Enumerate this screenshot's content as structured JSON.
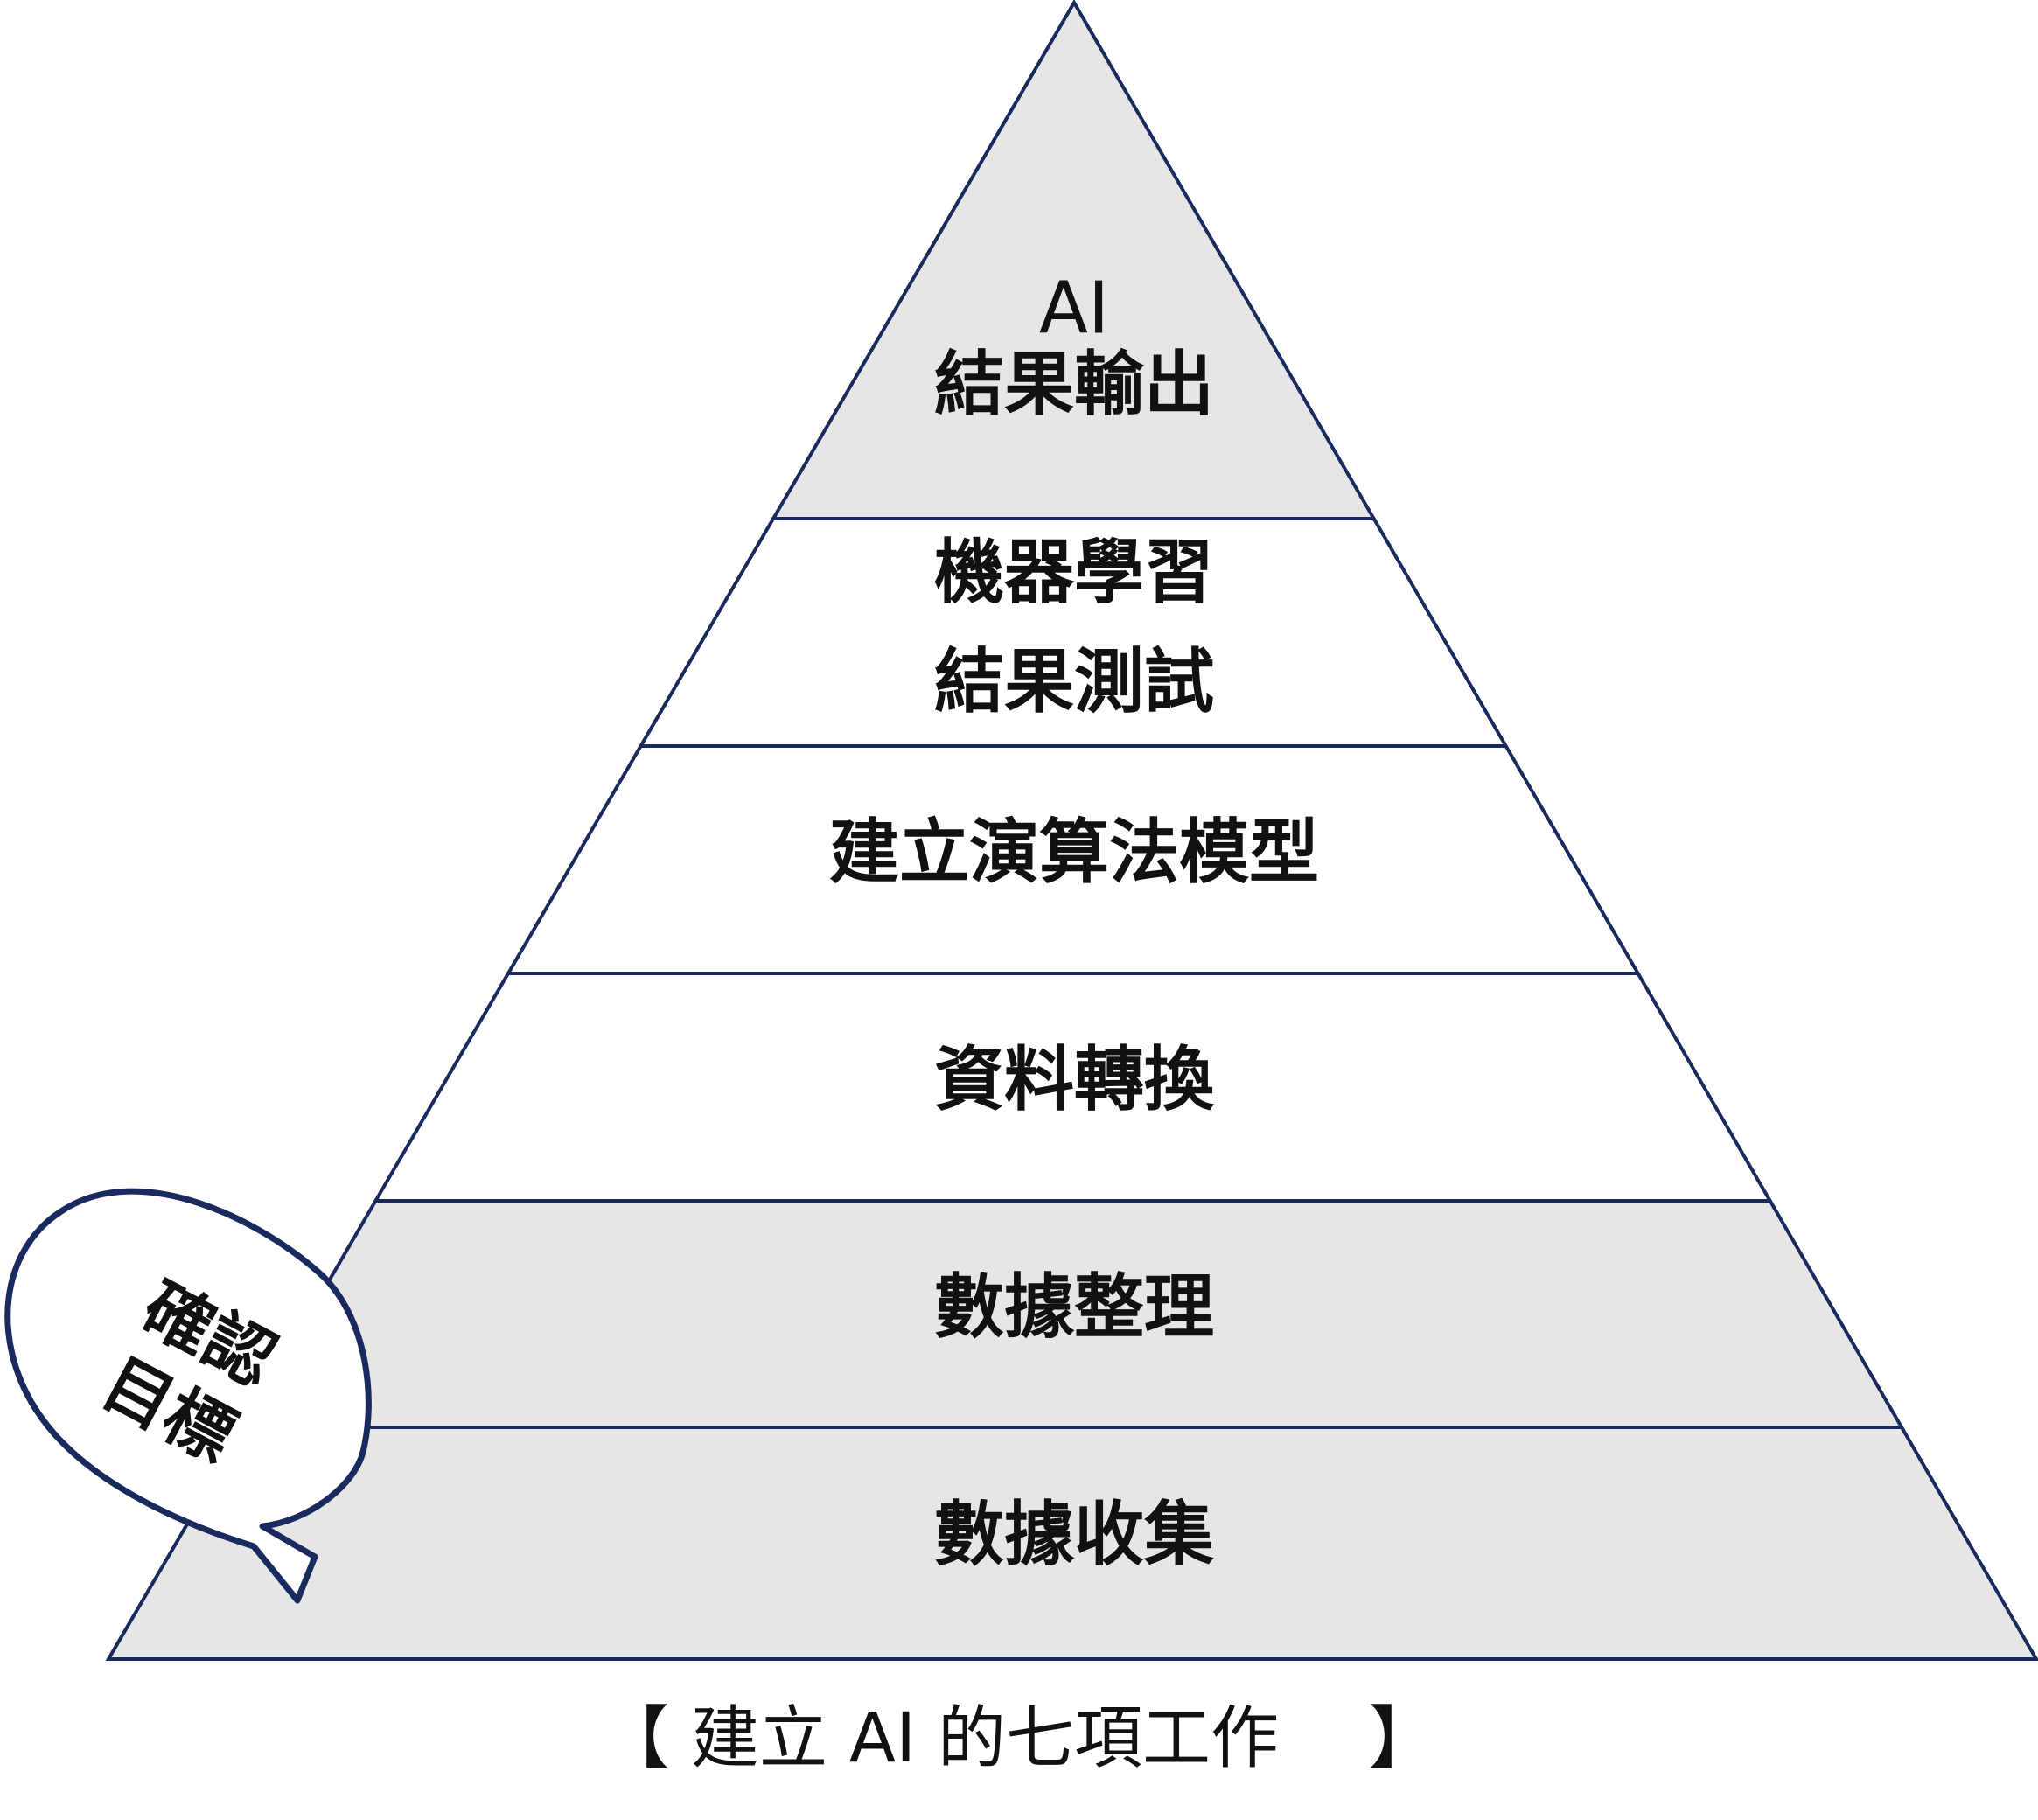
{
  "layers": [
    {
      "id": "output",
      "lines": [
        "AI",
        "結果輸出"
      ],
      "fill": "#e6e6e6"
    },
    {
      "id": "testing",
      "lines": [
        "機器學習",
        "結果測試"
      ],
      "fill": "#ffffff"
    },
    {
      "id": "model",
      "lines": [
        "建立演算法模型"
      ],
      "fill": "#ffffff"
    },
    {
      "id": "transform",
      "lines": [
        "資料轉換"
      ],
      "fill": "#ffffff"
    },
    {
      "id": "cleaning",
      "lines": [
        "數據整理"
      ],
      "fill": "#e6e6e6"
    },
    {
      "id": "collection",
      "lines": [
        "數據收集"
      ],
      "fill": "#e6e6e6"
    }
  ],
  "bubble": {
    "lines": [
      "確認",
      "目標"
    ]
  },
  "caption": "【 建立 AI 的七項工作　 】",
  "colors": {
    "stroke": "#1a2a5e",
    "shade": "#e6e6e6"
  }
}
